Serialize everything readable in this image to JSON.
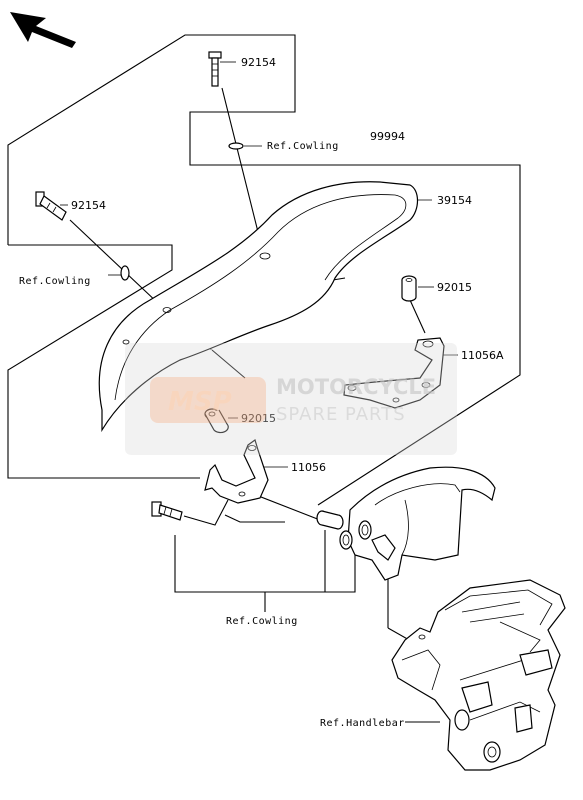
{
  "labels": {
    "bolt_top": "92154",
    "bolt_left": "92154",
    "ref_cowling_top": "Ref.Cowling",
    "ref_cowling_left": "Ref.Cowling",
    "ref_cowling_bottom": "Ref.Cowling",
    "ref_handlebar": "Ref.Handlebar",
    "kit": "99994",
    "windshield": "39154",
    "spacer_right": "92015",
    "spacer_left": "92015",
    "bracket_right": "11056A",
    "bracket_left": "11056"
  },
  "watermark": {
    "logo": "MSP",
    "brand": "MOTORCYCLE",
    "sub": "SPARE PARTS"
  }
}
